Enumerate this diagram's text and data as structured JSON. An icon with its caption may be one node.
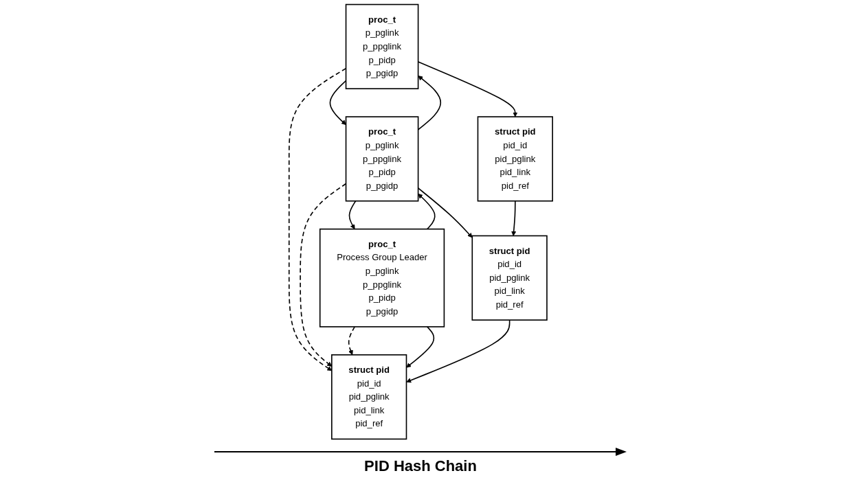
{
  "diagram": {
    "nodes": [
      {
        "text": [
          "proc_t",
          "p_pglink",
          "p_ppglink",
          "p_pidp",
          "p_pgidp"
        ]
      },
      {
        "text": [
          "proc_t",
          "p_pglink",
          "p_ppglink",
          "p_pidp",
          "p_pgidp"
        ]
      },
      {
        "text": [
          "proc_t",
          "Process Group Leader",
          "p_pglink",
          "p_ppglink",
          "p_pidp",
          "p_pgidp"
        ]
      },
      {
        "text": [
          "struct pid",
          "pid_id",
          "pid_pglink",
          "pid_link",
          "pid_ref"
        ]
      },
      {
        "text": [
          "struct pid",
          "pid_id",
          "pid_pglink",
          "pid_link",
          "pid_ref"
        ]
      },
      {
        "text": [
          "struct pid",
          "pid_id",
          "pid_pglink",
          "pid_link",
          "pid_ref"
        ]
      }
    ],
    "edges": [
      {
        "from": 0,
        "to": 1,
        "arrow": "to"
      },
      {
        "from": 1,
        "to": 0,
        "arrow": "to"
      },
      {
        "from": 1,
        "to": 2,
        "arrow": "to"
      },
      {
        "from": 2,
        "to": 1,
        "arrow": "to"
      },
      {
        "from": 0,
        "to": 3,
        "arrow": "to"
      },
      {
        "from": 0,
        "to": 5,
        "arrow": "to",
        "style": "dashed"
      },
      {
        "from": 1,
        "to": 4,
        "arrow": "to"
      },
      {
        "from": 1,
        "to": 5,
        "arrow": "to",
        "style": "dashed"
      },
      {
        "from": 2,
        "to": 5,
        "arrow": "to",
        "style": "dashed"
      },
      {
        "from": 2,
        "to": 5,
        "arrow": "to"
      },
      {
        "from": 3,
        "to": 4,
        "arrow": "to"
      },
      {
        "from": 4,
        "to": 5,
        "arrow": "to"
      }
    ],
    "labels": [
      "PID Hash Chain"
    ]
  }
}
